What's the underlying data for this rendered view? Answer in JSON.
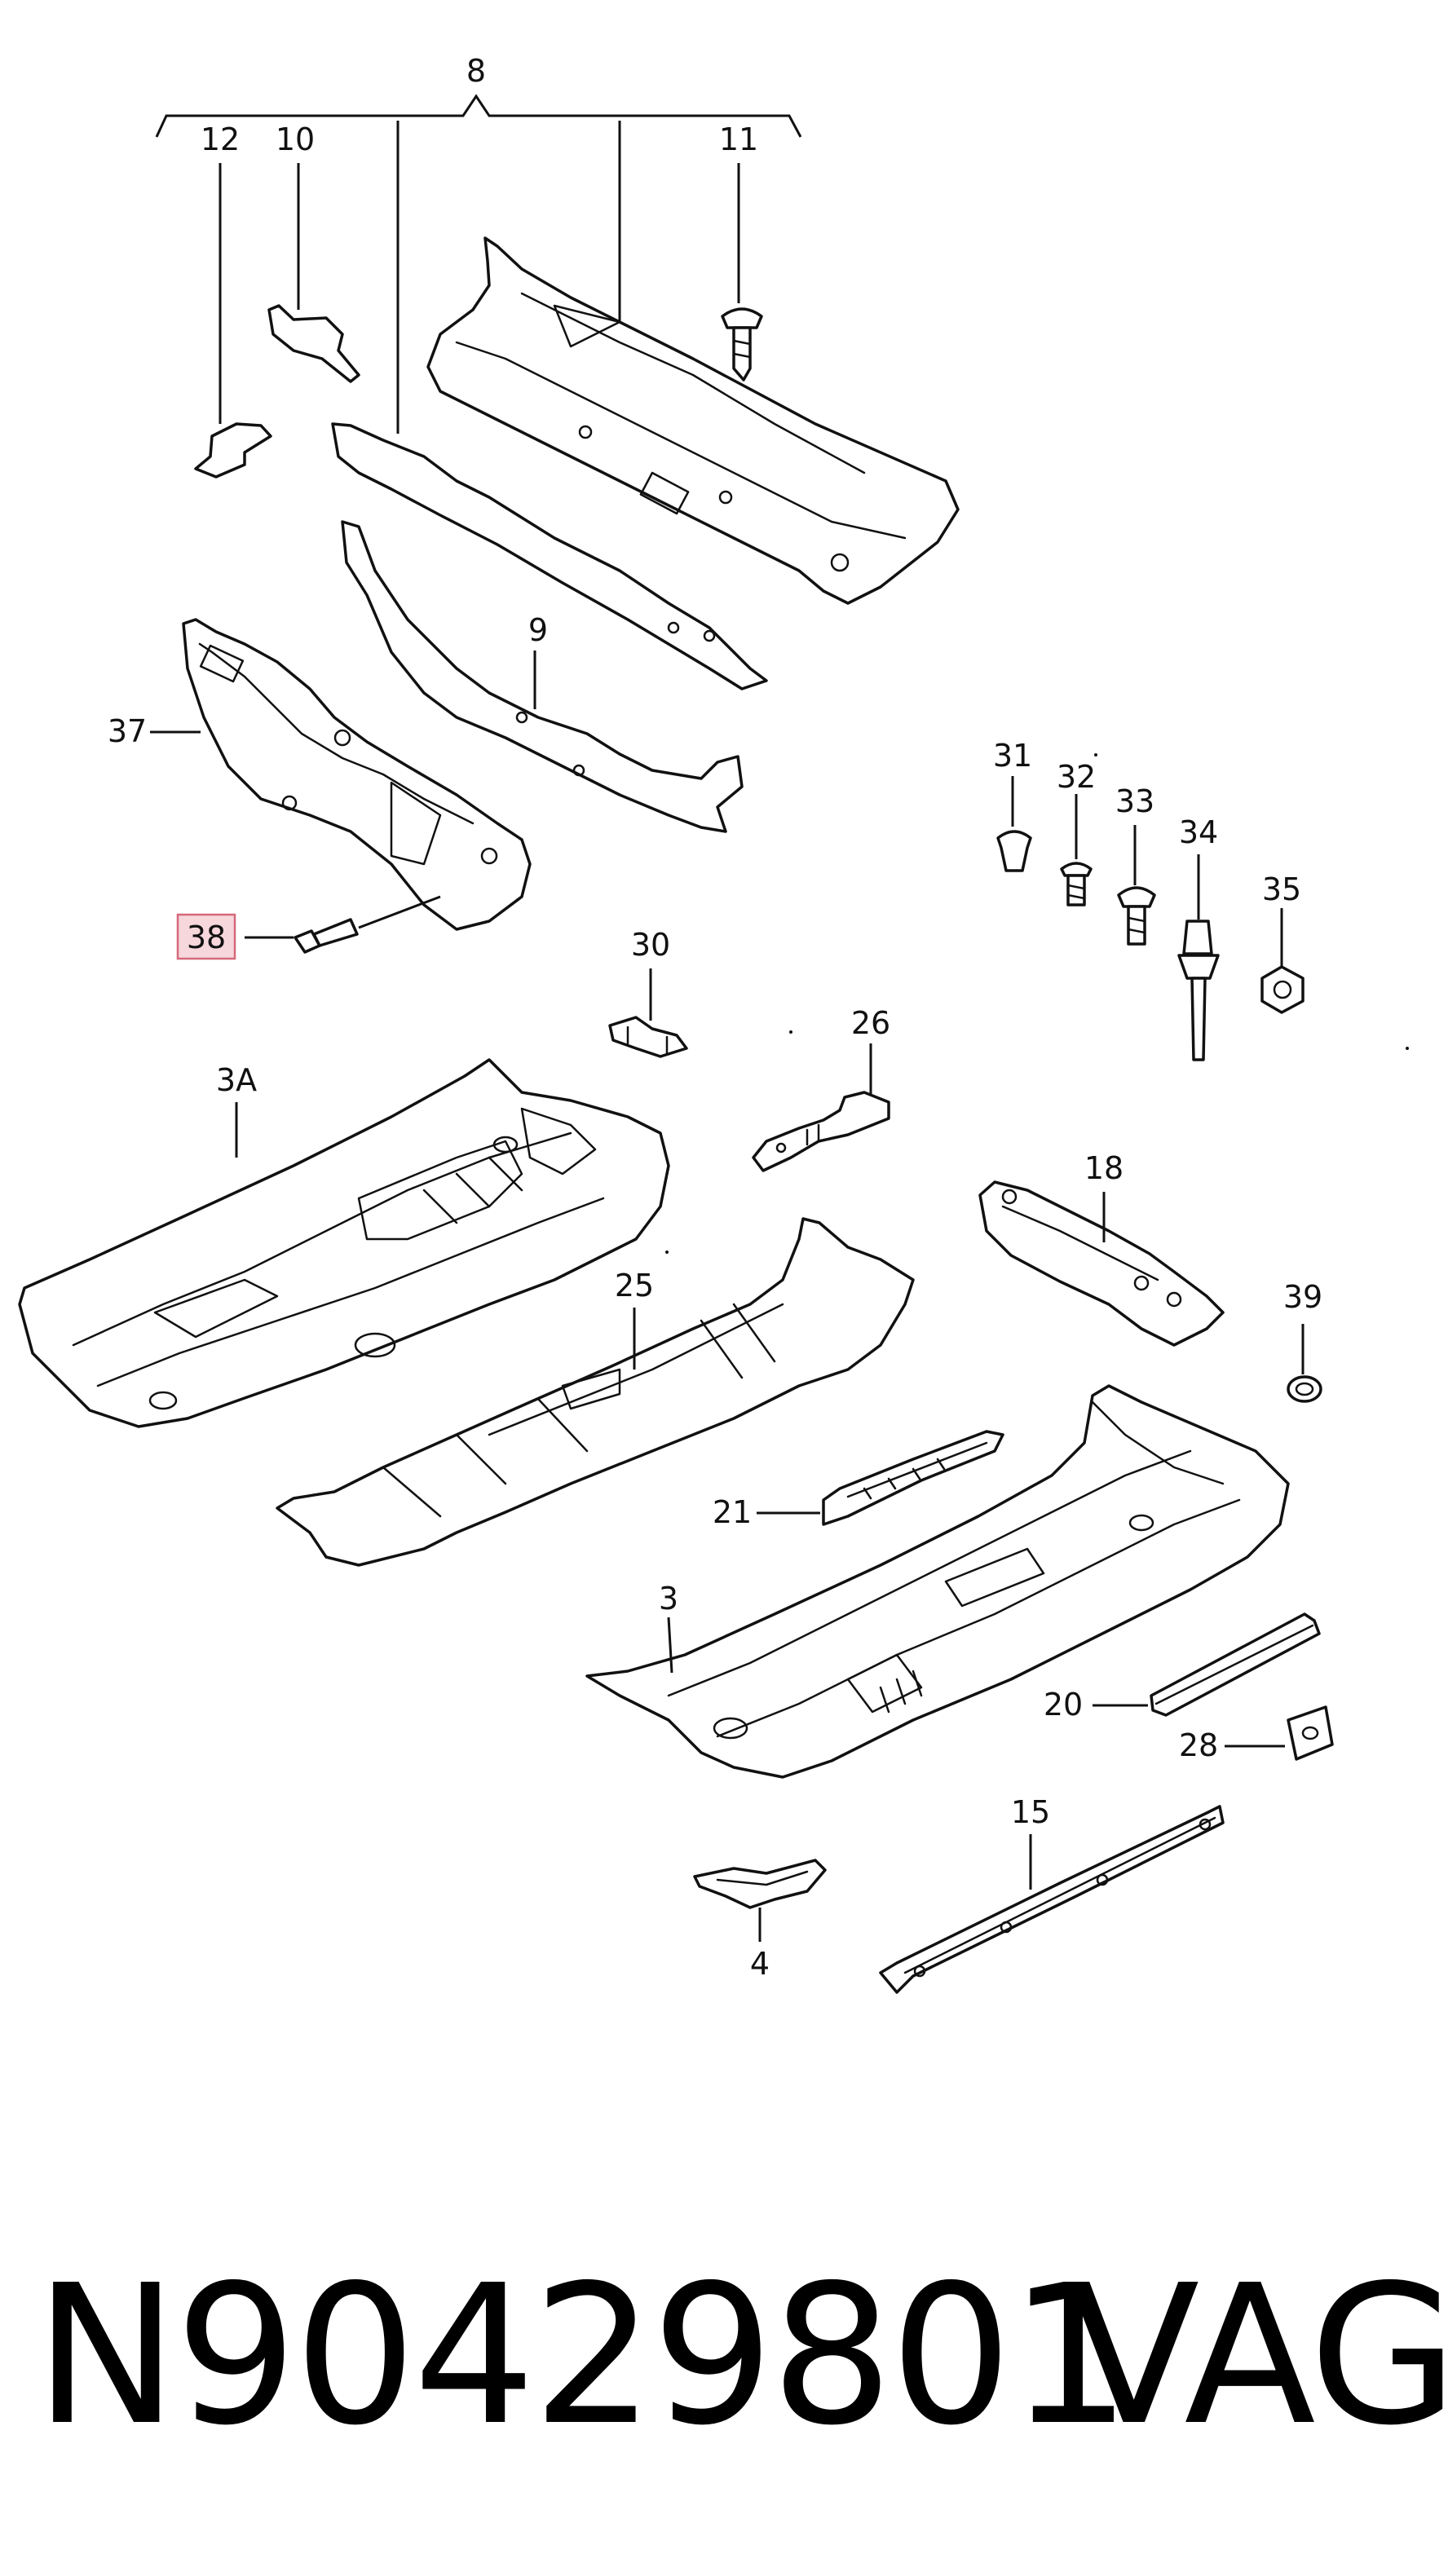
{
  "diagram": {
    "callouts": {
      "c8": "8",
      "c12": "12",
      "c10": "10",
      "c11": "11",
      "c9": "9",
      "c37": "37",
      "c38": "38",
      "c31": "31",
      "c32": "32",
      "c33": "33",
      "c34": "34",
      "c35": "35",
      "c30": "30",
      "c26": "26",
      "c3A": "3A",
      "c18": "18",
      "c25": "25",
      "c39": "39",
      "c21": "21",
      "c3": "3",
      "c20": "20",
      "c28": "28",
      "c15": "15",
      "c4": "4"
    },
    "highlighted_callout": "38",
    "highlight_color": "#f6d7dc",
    "highlight_border": "#d5687a"
  },
  "footer": {
    "part_number": "N90429801",
    "brand": "VAG"
  }
}
